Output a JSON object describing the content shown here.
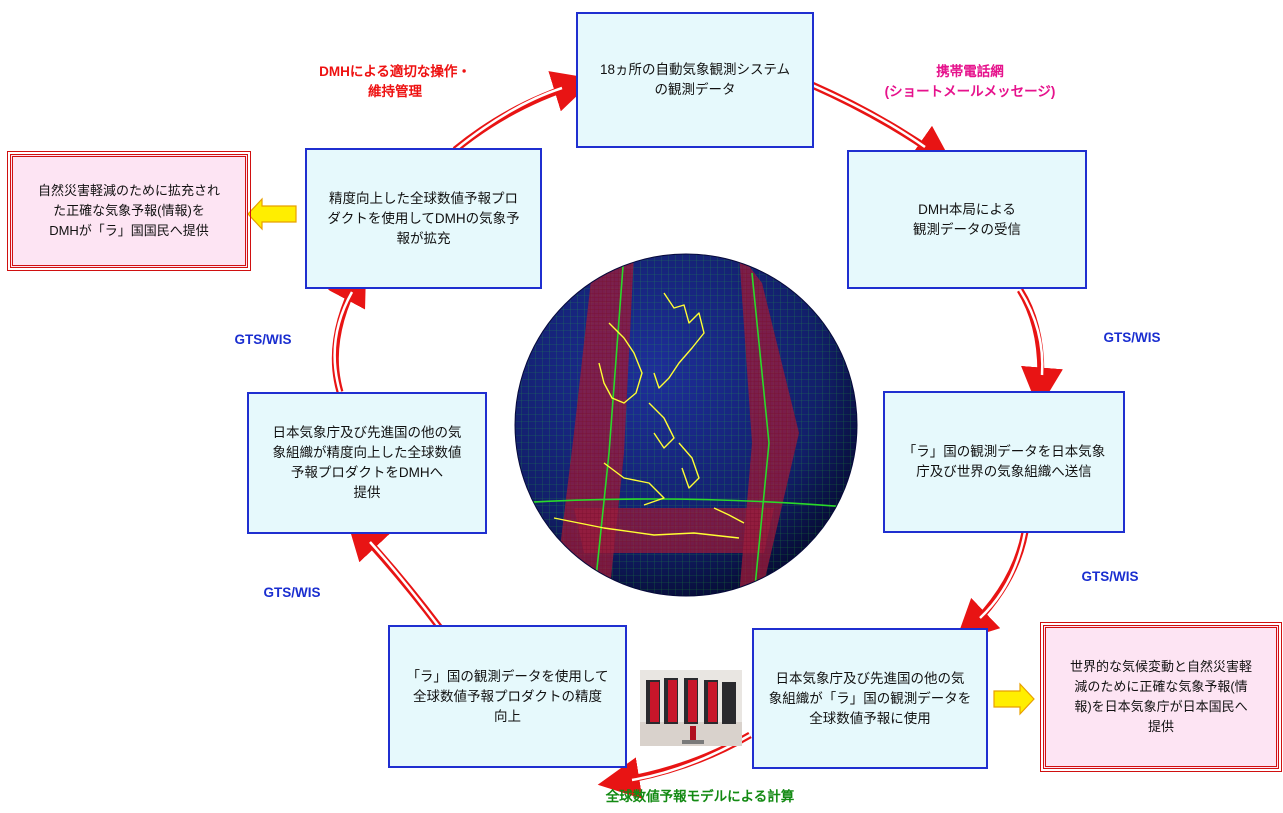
{
  "boxes": {
    "top": "18ヵ所の自動気象観測システム\nの観測データ",
    "right_upper": "DMH本局による\n観測データの受信",
    "right_mid": "「ラ」国の観測データを日本気象\n庁及び世界の気象組織へ送信",
    "bottom_right": "日本気象庁及び先進国の他の気\n象組織が「ラ」国の観測データを\n全球数値予報に使用",
    "bottom_left": "「ラ」国の観測データを使用して\n全球数値予報プロダクトの精度\n向上",
    "left_mid": "日本気象庁及び先進国の他の気\n象組織が精度向上した全球数値\n予報プロダクトをDMHへ\n提供",
    "left_upper": "精度向上した全球数値予報プロ\nダクトを使用してDMHの気象予\n報が拡充"
  },
  "outputs": {
    "left": "自然災害軽減のために拡充され\nた正確な気象予報(情報)を\nDMHが「ラ」国国民へ提供",
    "right": "世界的な気候変動と自然災害軽\n減のために正確な気象予報(情\n報)を日本気象庁が日本国民へ\n提供"
  },
  "labels": {
    "dmh_ops": "DMHによる適切な操作・\n維持管理",
    "mobile": "携帯電話網\n(ショートメールメッセージ)",
    "gts_right_upper": "GTS/WIS",
    "gts_right_lower": "GTS/WIS",
    "gts_left_upper": "GTS/WIS",
    "gts_left_lower": "GTS/WIS",
    "global_model": "全球数値予報モデルによる計算"
  },
  "colors": {
    "box_fill": "#e6f9fc",
    "box_border": "#1f2fd0",
    "arrow": "#e81414",
    "output_fill": "#fde4f3",
    "yellow_arrow": "#ffee00",
    "globe_ocean": "#12206e",
    "globe_grid": "#2ad92a",
    "globe_coast": "#ffff33",
    "globe_band": "#9c1c3c"
  },
  "icons": {
    "globe": "globe-grid-icon",
    "computer": "supercomputer-icon"
  }
}
